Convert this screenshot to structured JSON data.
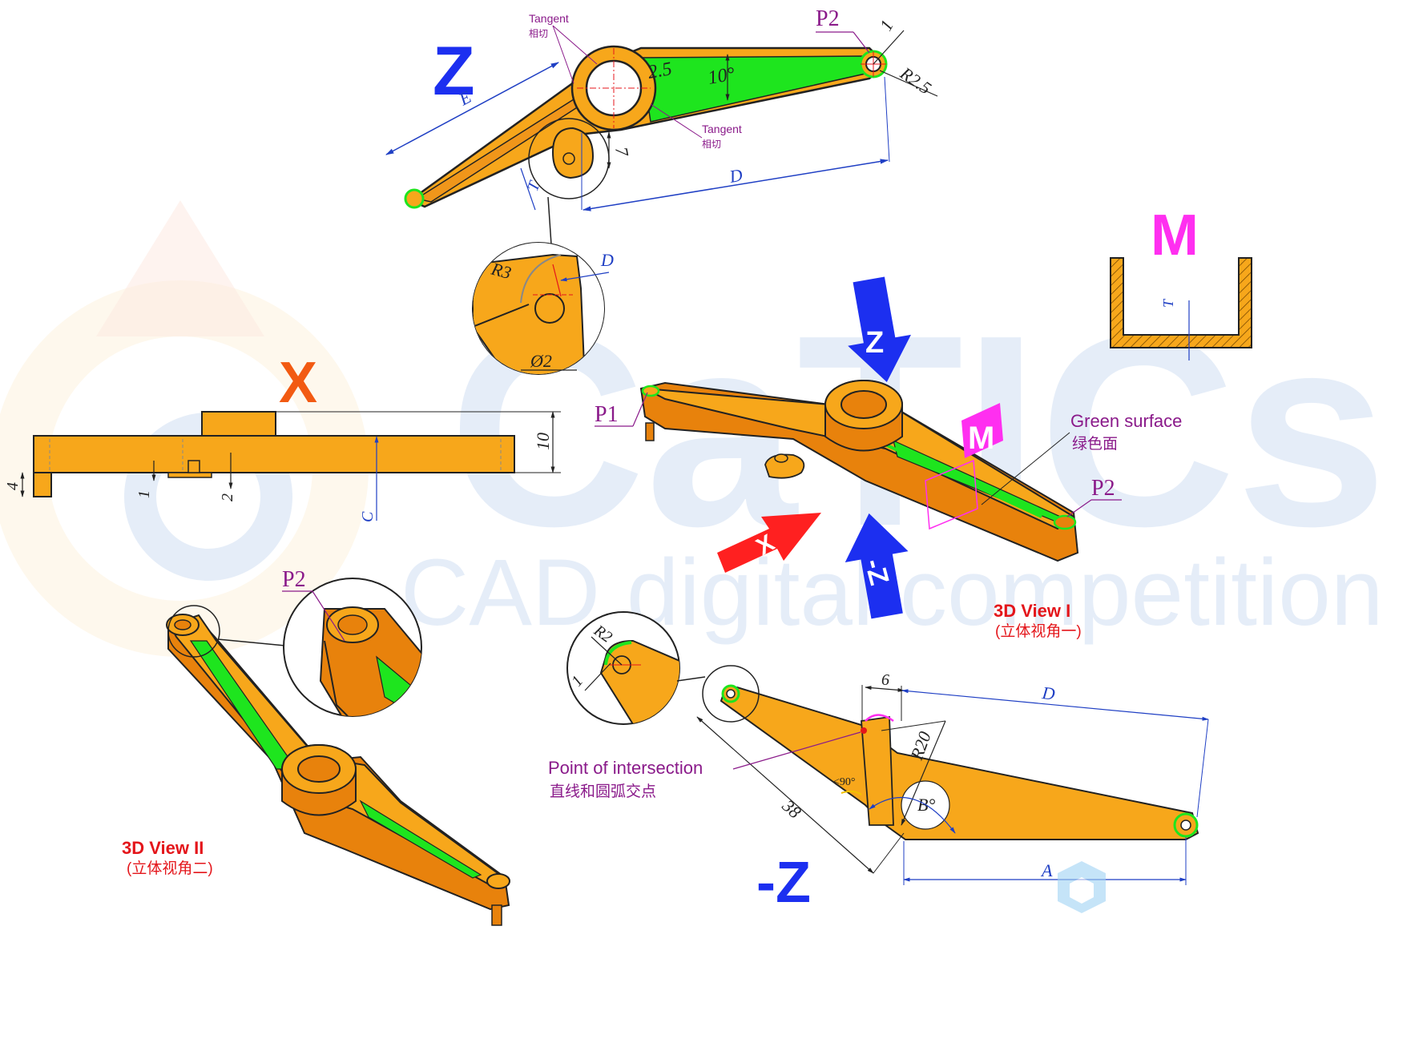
{
  "colors": {
    "part_orange": "#f7a71b",
    "part_dark": "#e8820c",
    "green_surface": "#1ee51e",
    "dim_blue": "#1f3fc4",
    "label_purple": "#8a1a8a",
    "title_red": "#e4161b",
    "arrow_blue": "#1c2ff0",
    "arrow_red": "#ff2020",
    "magenta": "#ff2ff0",
    "x_orange": "#f25a12"
  },
  "watermark": {
    "brand": "CaTICs",
    "tagline": "CAD digital competition"
  },
  "view_z": {
    "axis_label": "Z",
    "tangent_label": "Tangent",
    "tangent_cn": "相切",
    "tangent_label_2": "Tangent",
    "tangent_cn_2": "相切",
    "point_p2": "P2",
    "dims": {
      "e": "E",
      "d": "D",
      "thick_1": "1",
      "radius_r25": "R2.5",
      "dim_25": "2.5",
      "angle_10": "10°",
      "dim_7": "7",
      "dim_t": "T"
    }
  },
  "detail_pin": {
    "radius_r3": "R3",
    "dim_d": "D",
    "dia_2": "Ø2"
  },
  "section_m": {
    "label": "M",
    "dim_t": "T"
  },
  "view_x": {
    "axis_label": "X",
    "dims": {
      "d4": "4",
      "d1": "1",
      "d2": "2",
      "c": "C",
      "d10": "10"
    }
  },
  "view_3d_1": {
    "title": "3D View I",
    "title_cn": "(立体视角一)",
    "point_p1": "P1",
    "point_p2": "P2",
    "green_surface": "Green surface",
    "green_surface_cn": "绿色面",
    "arrow_z": "Z",
    "arrow_x": "X",
    "arrow_neg_z": "-Z",
    "plane_m": "M"
  },
  "view_3d_2": {
    "title": "3D View II",
    "title_cn": "(立体视角二)",
    "point_p2": "P2"
  },
  "view_neg_z": {
    "axis_label": "-Z",
    "detail_r2": "R2",
    "detail_1": "1",
    "dim_6": "6",
    "dim_d": "D",
    "dim_r20": "R20",
    "dim_38": "38",
    "angle_lt90": "<90°",
    "angle_b": "B°",
    "dim_a": "A",
    "intersection_label": "Point of intersection",
    "intersection_cn": "直线和圆弧交点"
  }
}
